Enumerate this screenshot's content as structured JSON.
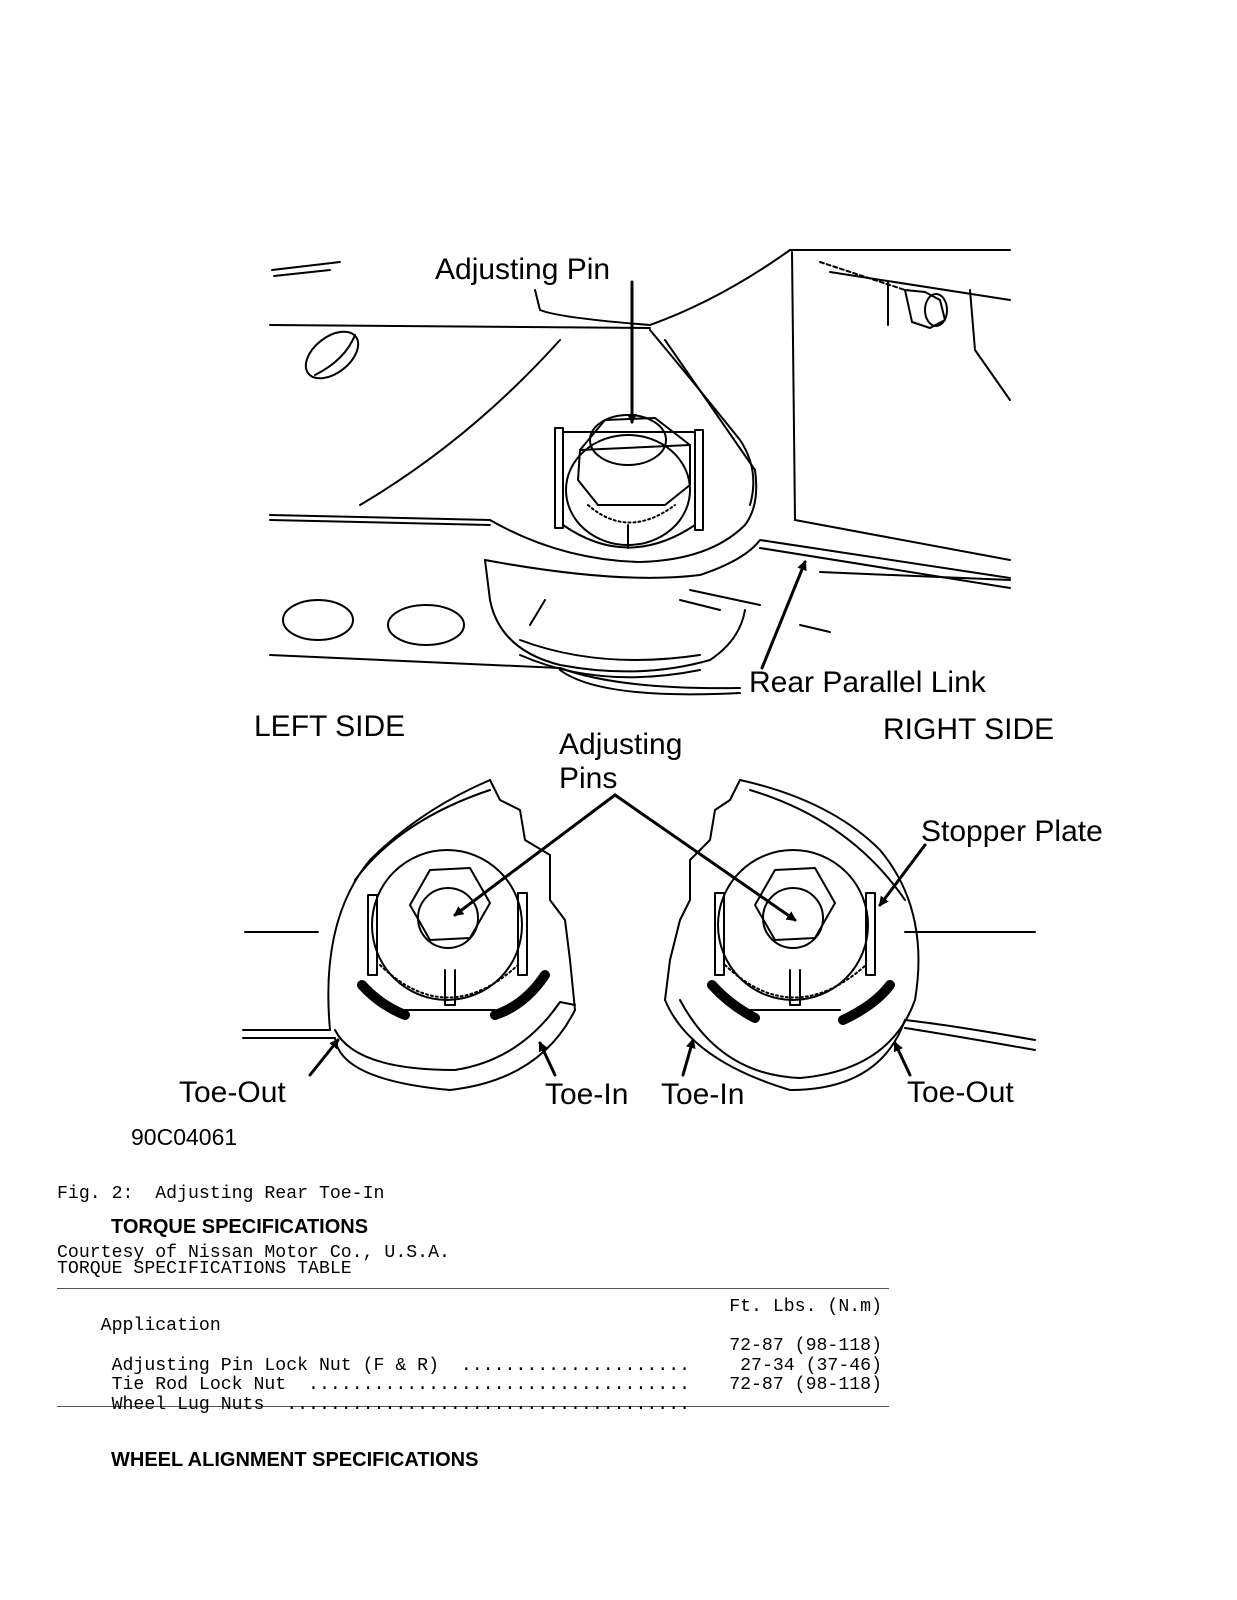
{
  "figure": {
    "labels": {
      "adjusting_pin": "Adjusting Pin",
      "rear_parallel_link": "Rear Parallel Link",
      "left_side": "LEFT SIDE",
      "right_side": "RIGHT SIDE",
      "adjusting_pins_line1": "Adjusting",
      "adjusting_pins_line2": "Pins",
      "stopper_plate": "Stopper Plate",
      "toe_out_left": "Toe-Out",
      "toe_in_left": "Toe-In",
      "toe_in_right": "Toe-In",
      "toe_out_right": "Toe-Out",
      "figure_number": "90C04061"
    }
  },
  "caption": {
    "line1": "Fig. 2:  Adjusting Rear Toe-In",
    "line2": "Courtesy of Nissan Motor Co., U.S.A."
  },
  "torque_section": {
    "heading": "TORQUE SPECIFICATIONS",
    "table_title": "TORQUE SPECIFICATIONS TABLE",
    "columns": [
      "Application",
      "Ft. Lbs. (N.m)"
    ],
    "rows": [
      {
        "application": " Adjusting Pin Lock Nut (F & R)  .....................",
        "value": "72-87 (98-118)"
      },
      {
        "application": " Tie Rod Lock Nut  ...................................",
        "value": "27-34 (37-46)"
      },
      {
        "application": " Wheel Lug Nuts  .....................................",
        "value": "72-87 (98-118)"
      }
    ]
  },
  "wheel_alignment_section": {
    "heading": "WHEEL ALIGNMENT SPECIFICATIONS"
  }
}
